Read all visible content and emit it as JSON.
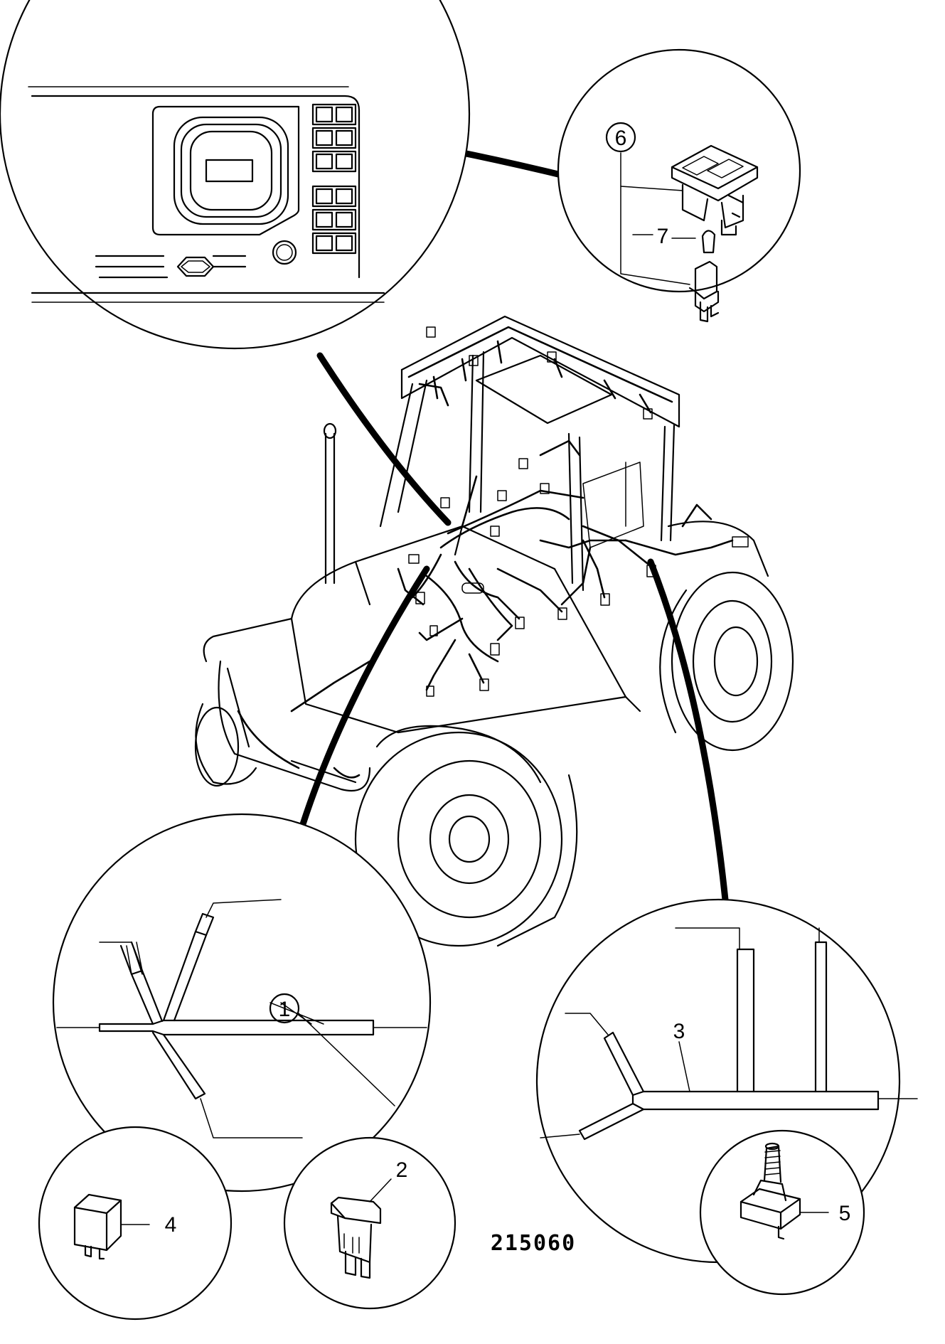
{
  "callouts": {
    "c1": "1",
    "c2": "2",
    "c3": "3",
    "c4": "4",
    "c5": "5",
    "c6": "6",
    "c7": "7"
  },
  "figure_code": "215060",
  "colors": {
    "ink": "#000000",
    "paper": "#ffffff"
  }
}
